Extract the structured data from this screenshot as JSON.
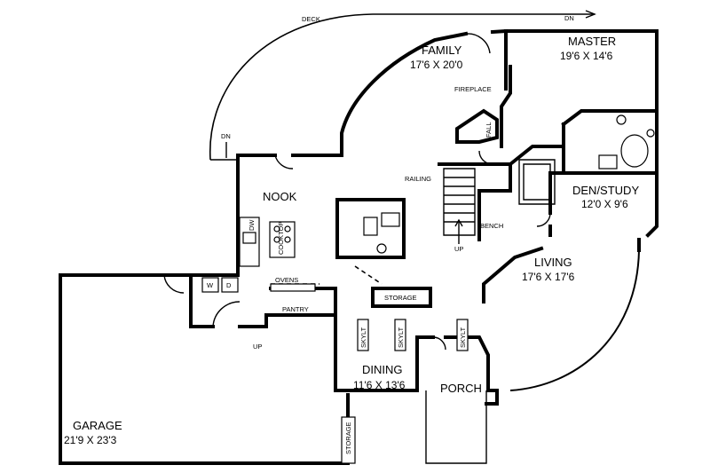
{
  "labels": {
    "deck": "DECK",
    "dn_top": "DN",
    "dn_left": "DN",
    "family_name": "FAMILY",
    "family_dim": "17'6 X 20'0",
    "master_name": "MASTER",
    "master_dim": "19'6 X 14'6",
    "fireplace": "FIREPLACE",
    "fall": "FALL",
    "nook": "NOOK",
    "railing": "RAILING",
    "bench": "BENCH",
    "up_stair": "UP",
    "den_name": "DEN/STUDY",
    "den_dim": "12'0 X 9'6",
    "living_name": "LIVING",
    "living_dim": "17'6 X 17'6",
    "ovens": "OVENS",
    "pantry": "PANTRY",
    "storage_mid": "STORAGE",
    "storage_garage": "STORAGE",
    "cooktop": "COOKTOP",
    "dw": "DW",
    "washer": "W",
    "dryer": "D",
    "up_garage": "UP",
    "skylt": "SKYLT",
    "dining_name": "DINING",
    "dining_dim": "11'6 X 13'6",
    "porch": "PORCH",
    "garage_name": "GARAGE",
    "garage_dim": "21'9 X 23'3"
  }
}
